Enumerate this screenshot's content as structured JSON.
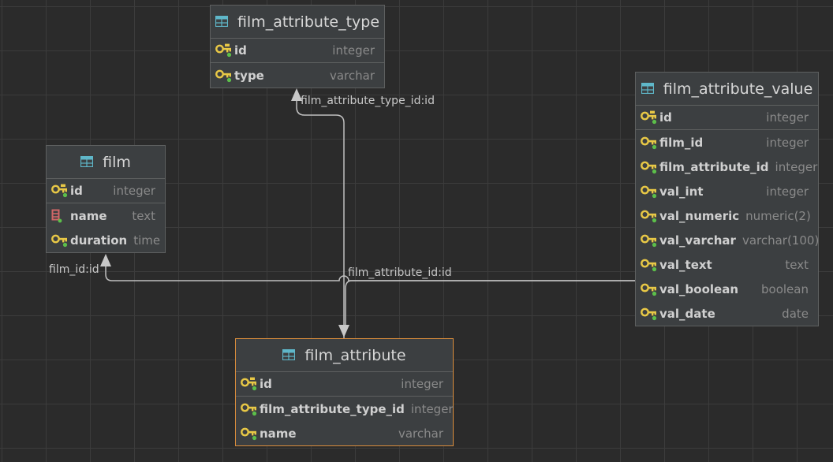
{
  "tables": {
    "film_attribute_type": {
      "name": "film_attribute_type",
      "columns": [
        {
          "name": "id",
          "type": "integer",
          "icon": "primary-key-icon"
        },
        {
          "name": "type",
          "type": "varchar",
          "icon": "key-icon"
        }
      ]
    },
    "film": {
      "name": "film",
      "columns": [
        {
          "name": "id",
          "type": "integer",
          "icon": "primary-key-icon"
        },
        {
          "name": "name",
          "type": "text",
          "icon": "not-null-column-icon"
        },
        {
          "name": "duration",
          "type": "time",
          "icon": "key-icon"
        }
      ]
    },
    "film_attribute_value": {
      "name": "film_attribute_value",
      "columns": [
        {
          "name": "id",
          "type": "integer",
          "icon": "primary-key-icon"
        },
        {
          "name": "film_id",
          "type": "integer",
          "icon": "key-icon"
        },
        {
          "name": "film_attribute_id",
          "type": "integer",
          "icon": "key-icon"
        },
        {
          "name": "val_int",
          "type": "integer",
          "icon": "key-icon"
        },
        {
          "name": "val_numeric",
          "type": "numeric(2)",
          "icon": "key-icon"
        },
        {
          "name": "val_varchar",
          "type": "varchar(100)",
          "icon": "key-icon"
        },
        {
          "name": "val_text",
          "type": "text",
          "icon": "key-icon"
        },
        {
          "name": "val_boolean",
          "type": "boolean",
          "icon": "key-icon"
        },
        {
          "name": "val_date",
          "type": "date",
          "icon": "key-icon"
        }
      ]
    },
    "film_attribute": {
      "name": "film_attribute",
      "columns": [
        {
          "name": "id",
          "type": "integer",
          "icon": "primary-key-icon"
        },
        {
          "name": "film_attribute_type_id",
          "type": "integer",
          "icon": "key-icon"
        },
        {
          "name": "name",
          "type": "varchar",
          "icon": "key-icon"
        }
      ]
    }
  },
  "relations": {
    "film_attribute_type_id": "film_attribute_type_id:id",
    "film_id": "film_id:id",
    "film_attribute_id": "film_attribute_id:id"
  },
  "colors": {
    "background": "#2b2b2b",
    "grid": "#3c3c3c",
    "table": "#3c3f41",
    "selected_border": "#d98c3c",
    "key": "#e8c846",
    "edge": "#bfbfbf"
  }
}
